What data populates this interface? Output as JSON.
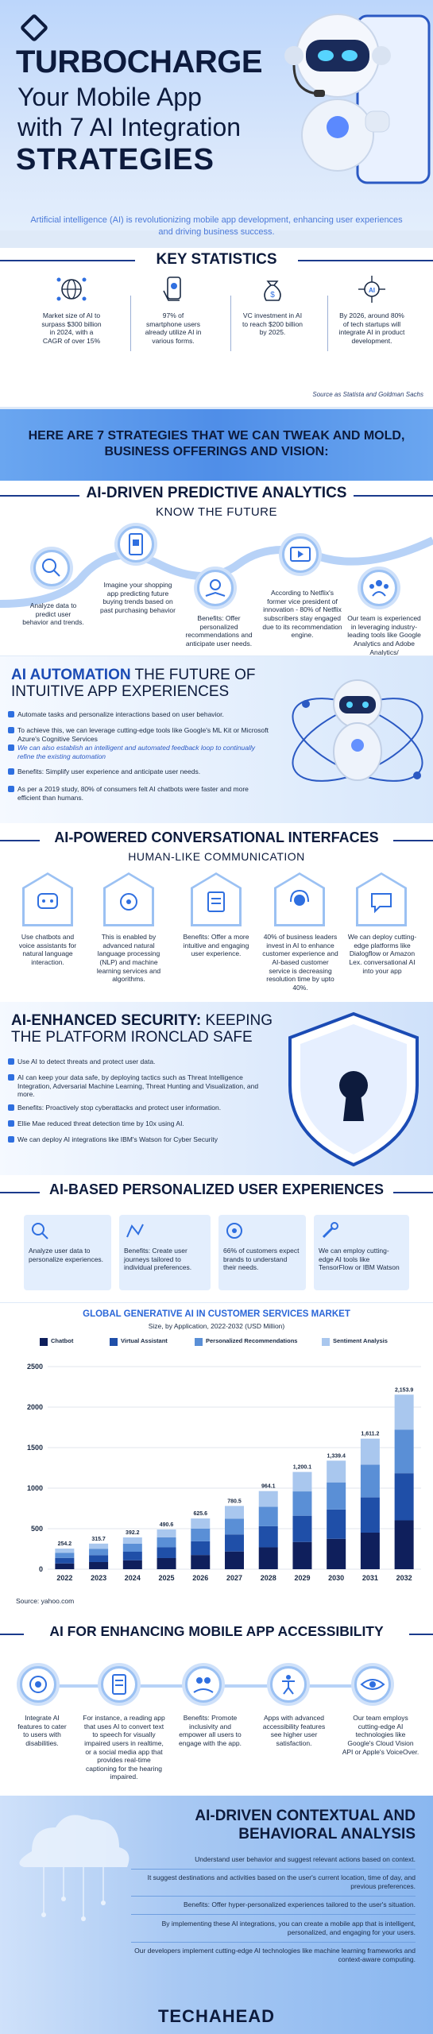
{
  "header": {
    "title_1": "TURBOCHARGE",
    "title_2": "Your Mobile App",
    "title_3": "with 7 AI Integration",
    "title_4": "STRATEGIES",
    "intro": "Artificial intelligence (AI) is revolutionizing mobile app development, enhancing user experiences and driving business success."
  },
  "key_statistics": {
    "heading": "KEY STATISTICS",
    "items": [
      {
        "icon": "globe-network-icon",
        "text": "Market size of AI to surpass $300 billion in 2024, with a CAGR of over 15%"
      },
      {
        "icon": "smartphone-hand-icon",
        "text": "97% of smartphone users already utilize AI in various forms."
      },
      {
        "icon": "money-bag-icon",
        "text": "VC investment in AI to reach $200 billion by 2025."
      },
      {
        "icon": "ai-chip-icon",
        "text": "By 2026, around 80% of tech startups will integrate AI in product development."
      }
    ],
    "source": "Source as Statista and Goldman Sachs"
  },
  "strategies_intro": "HERE ARE 7 STRATEGIES THAT WE CAN TWEAK AND MOLD, BUSINESS OFFERINGS AND VISION:",
  "predictive": {
    "heading": "AI-DRIVEN PREDICTIVE ANALYTICS",
    "subheading": "KNOW THE FUTURE",
    "items": [
      {
        "icon": "analytics-search-icon",
        "text": "Analyze data to predict user behavior and trends."
      },
      {
        "icon": "shopping-bag-phone-icon",
        "text": "Imagine your shopping app predicting future buying trends based on past purchasing behavior"
      },
      {
        "icon": "gear-hand-icon",
        "text": "Benefits: Offer personalized recommendations and anticipate user needs."
      },
      {
        "icon": "video-screen-icon",
        "text": "According to Netflix's former vice president of innovation - 80% of Netflix subscribers stay engaged due to its recommendation engine."
      },
      {
        "icon": "team-icon",
        "text": "Our team is experienced in leveraging industry-leading tools like Google Analytics and Adobe Analytics/"
      }
    ]
  },
  "automation": {
    "heading_bold": "AI AUTOMATION",
    "heading_rest": " THE FUTURE OF INTUITIVE APP EXPERIENCES",
    "bullets": [
      "Automate tasks and personalize interactions based on user behavior.",
      "To achieve this, we can leverage cutting-edge tools like Google's ML Kit or Microsoft Azure's Cognitive Services",
      "We can also establish an intelligent and automated feedback loop to continually refine the existing automation",
      "Benefits: Simplify user experience and anticipate user needs.",
      "As per a 2019 study, 80% of consumers felt AI chatbots were faster and more efficient than humans."
    ]
  },
  "conversational": {
    "heading": "AI-POWERED CONVERSATIONAL INTERFACES",
    "subheading": "HUMAN-LIKE COMMUNICATION",
    "items": [
      {
        "icon": "chatbot-icon",
        "text": "Use chatbots and voice assistants for natural language interaction."
      },
      {
        "icon": "brain-gear-icon",
        "text": "This is enabled by advanced natural language processing (NLP) and machine learning services and algorithms."
      },
      {
        "icon": "person-list-icon",
        "text": "Benefits: Offer a more intuitive and engaging user experience."
      },
      {
        "icon": "headset-agent-icon",
        "text": "40% of business leaders invest in AI to enhance customer experience and AI-based customer service is decreasing resolution time by upto 40%."
      },
      {
        "icon": "chat-bubble-icon",
        "text": "We can deploy cutting-edge platforms like Dialogflow or Amazon Lex. conversational AI into your app"
      }
    ]
  },
  "security": {
    "heading_bold": "AI-ENHANCED SECURITY:",
    "heading_rest": " KEEPING THE PLATFORM IRONCLAD SAFE",
    "bullets": [
      "Use AI to detect threats and protect user data.",
      "AI can keep your data safe, by deploying tactics such as Threat Intelligence Integration, Adversarial Machine Learning, Threat Hunting and Visualization, and more.",
      "Benefits: Proactively stop cyberattacks and protect user information.",
      "Ellie Mae reduced threat detection time by 10x using AI.",
      "We can deploy AI integrations like IBM's Watson for Cyber Security"
    ]
  },
  "personalized": {
    "heading": "AI-BASED PERSONALIZED USER EXPERIENCES",
    "items": [
      {
        "icon": "search-user-icon",
        "text": "Analyze user data to personalize experiences."
      },
      {
        "icon": "journey-map-icon",
        "text": "Benefits: Create user journeys tailored to individual preferences."
      },
      {
        "icon": "people-target-icon",
        "text": "66% of customers expect brands to understand their needs."
      },
      {
        "icon": "tools-icon",
        "text": "We can employ cutting-edge AI tools like TensorFlow or IBM Watson"
      }
    ]
  },
  "chart_data": {
    "type": "bar",
    "title": "GLOBAL GENERATIVE AI IN CUSTOMER SERVICES MARKET",
    "subtitle": "Size, by Application, 2022-2032 (USD Million)",
    "categories": [
      "2022",
      "2023",
      "2024",
      "2025",
      "2026",
      "2027",
      "2028",
      "2029",
      "2030",
      "2031",
      "2032"
    ],
    "totals": [
      254.2,
      315.7,
      392.2,
      490.6,
      625.6,
      780.5,
      964.1,
      1200.1,
      1339.4,
      1611.2,
      2153.9
    ],
    "total_labels": [
      "254.2",
      "315.7",
      "392.2",
      "490.6",
      "625.6",
      "780.5",
      "964.1",
      "1,200.1",
      "1,339.4",
      "1,611.2",
      "2,153.9"
    ],
    "series": [
      {
        "name": "Chatbot",
        "color": "#0f1f5c",
        "share": 0.28
      },
      {
        "name": "Virtual Assistant",
        "color": "#1f4fa8",
        "share": 0.27
      },
      {
        "name": "Personalized Recommendations",
        "color": "#5a8fd6",
        "share": 0.25
      },
      {
        "name": "Sentiment Analysis",
        "color": "#a9c7ee",
        "share": 0.2
      }
    ],
    "ylim": [
      0,
      2500
    ],
    "yticks": [
      "0",
      "500",
      "1000",
      "1500",
      "2000",
      "2500"
    ],
    "source": "Source: yahoo.com"
  },
  "accessibility": {
    "heading": "AI FOR ENHANCING MOBILE APP ACCESSIBILITY",
    "items": [
      {
        "icon": "target-icon",
        "text": "Integrate AI features to cater to users with disabilities."
      },
      {
        "icon": "reading-app-icon",
        "text": "For instance, a reading app that uses AI to convert text to speech for visually impaired users in realtime, or a social media app that provides real-time captioning for the hearing impaired."
      },
      {
        "icon": "people-hand-icon",
        "text": "Benefits: Promote inclusivity and empower all users to engage with the app."
      },
      {
        "icon": "accessibility-app-icon",
        "text": "Apps with advanced accessibility features see higher user satisfaction."
      },
      {
        "icon": "vision-icon",
        "text": "Our team employs cutting-edge AI technologies like Google's Cloud Vision API or Apple's VoiceOver."
      }
    ]
  },
  "contextual": {
    "heading_1": "AI-DRIVEN CONTEXTUAL AND",
    "heading_2": "BEHAVIORAL ANALYSIS",
    "bullets": [
      "Understand user behavior and suggest relevant actions based on context.",
      "It suggest destinations and activities based on the user's current location, time of day, and previous preferences.",
      "Benefits: Offer hyper-personalized experiences tailored to the user's situation.",
      "By implementing these AI integrations, you can create a mobile app that is intelligent, personalized, and engaging for your users.",
      "Our developers implement cutting-edge AI technologies like machine learning frameworks and context-aware computing."
    ]
  },
  "footer": {
    "brand": "TECHAHEAD"
  }
}
